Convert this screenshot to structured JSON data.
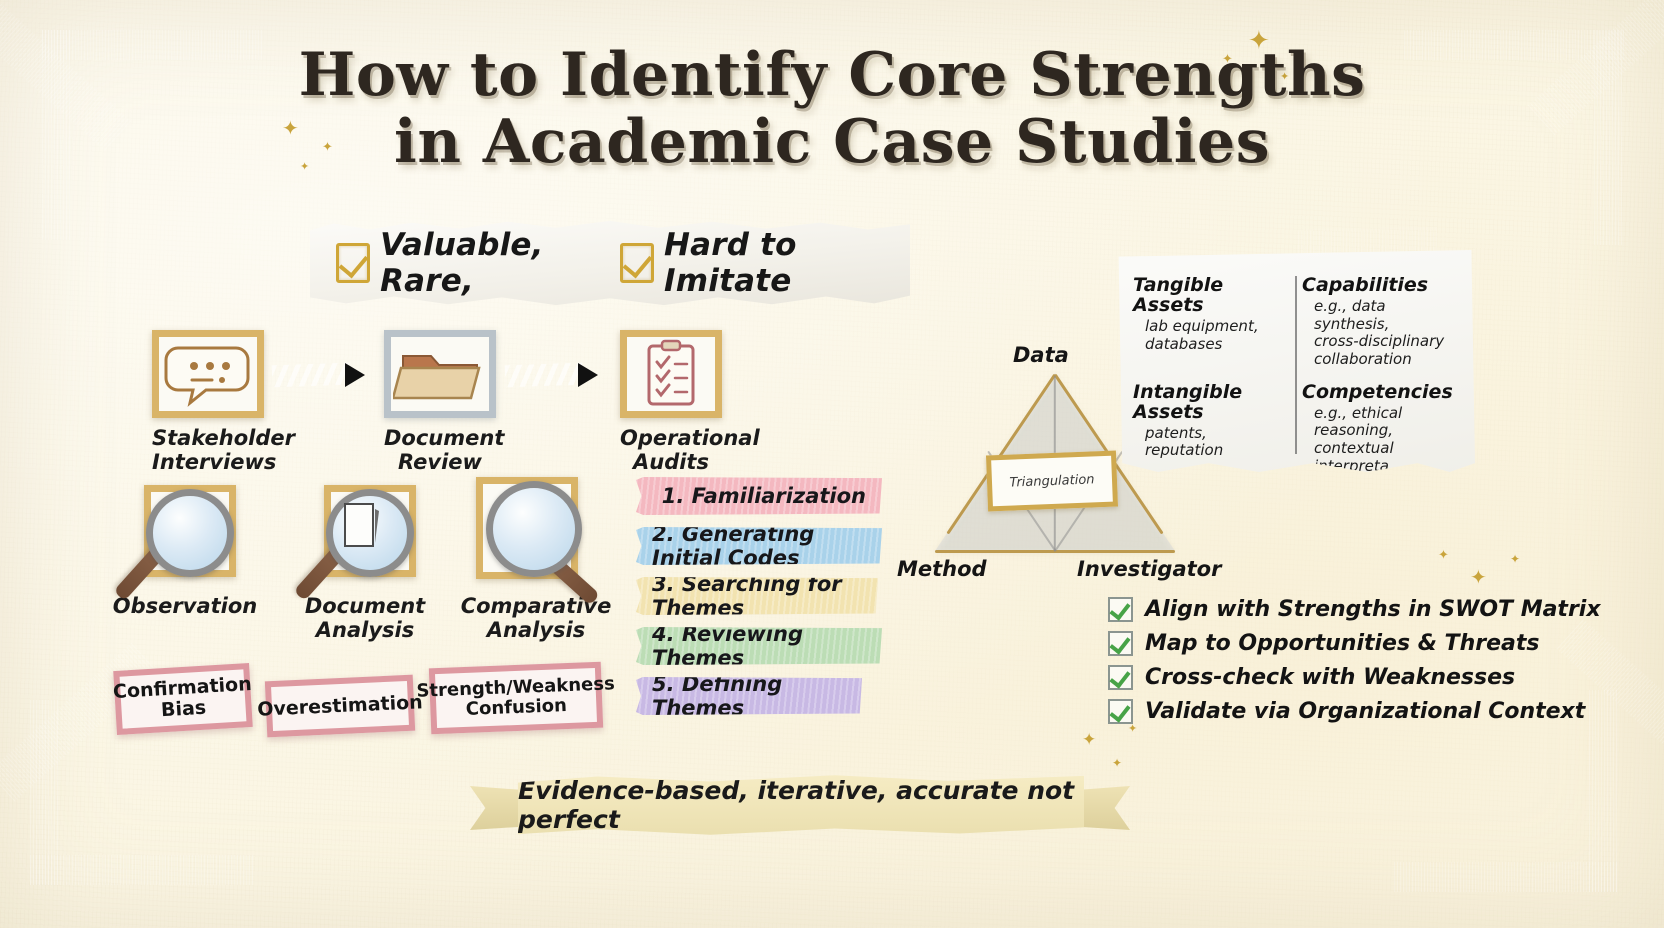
{
  "title": {
    "line1": "How to Identify Core Strengths",
    "line2": "in Academic Case Studies"
  },
  "criteria_banner": {
    "text_part1": "Valuable, Rare,",
    "text_part2": "Hard to Imitate",
    "checkbox_icon": "checkbox-checked-gold-icon"
  },
  "flow": {
    "steps": [
      {
        "label_line1": "Stakeholder",
        "label_line2": "Interviews",
        "icon": "speech-bubble-icon"
      },
      {
        "label_line1": "Document",
        "label_line2": "Review",
        "icon": "folder-icon"
      },
      {
        "label_line1": "Operational",
        "label_line2": "Audits",
        "icon": "clipboard-checklist-icon"
      }
    ]
  },
  "methods": [
    {
      "label_line1": "Observation",
      "label_line2": "",
      "icon": "magnifier-icon"
    },
    {
      "label_line1": "Document",
      "label_line2": "Analysis",
      "icon": "magnifier-document-icon"
    },
    {
      "label_line1": "Comparative",
      "label_line2": "Analysis",
      "icon": "magnifier-icon"
    }
  ],
  "biases": [
    {
      "line1": "Confirmation",
      "line2": "Bias"
    },
    {
      "line1": "Overestimation",
      "line2": ""
    },
    {
      "line1": "Strength/Weakness",
      "line2": "Confusion"
    }
  ],
  "thematic_steps": [
    {
      "label": "1. Familiarization",
      "color": "#f4b8c0"
    },
    {
      "label": "2. Generating Initial Codes",
      "color": "#a9d2ea"
    },
    {
      "label": "3. Searching for Themes",
      "color": "#f2e3b0"
    },
    {
      "label": "4. Reviewing Themes",
      "color": "#bcddb5"
    },
    {
      "label": "5. Defining Themes",
      "color": "#c8b9e4"
    }
  ],
  "triangulation": {
    "top_label": "Data",
    "left_label": "Method",
    "right_label": "Investigator",
    "center_label": "Triangulation"
  },
  "resource_note": {
    "cells": [
      {
        "heading": "Tangible Assets",
        "detail": "lab equipment,\ndatabases"
      },
      {
        "heading": "Capabilities",
        "detail": "e.g., data synthesis,\ncross-disciplinary\ncollaboration"
      },
      {
        "heading": "Intangible Assets",
        "detail": "patents,\nreputation"
      },
      {
        "heading": "Competencies",
        "detail": "e.g., ethical reasoning,\ncontextual interpreta\ntion"
      }
    ]
  },
  "checklist": {
    "items": [
      "Align with Strengths in SWOT Matrix",
      "Map to Opportunities & Threats",
      "Cross-check with Weaknesses",
      "Validate via Organizational Context"
    ],
    "check_icon": "checkbox-checked-green-icon"
  },
  "footer_ribbon": {
    "text": "Evidence-based, iterative, accurate not perfect"
  },
  "decor": {
    "star_glyph": "✦",
    "tape_pink": "#eeb0c2",
    "tape_blue": "#9ac8e6",
    "tape_yellow": "#e7dc96",
    "background": "#fbf6e4"
  }
}
